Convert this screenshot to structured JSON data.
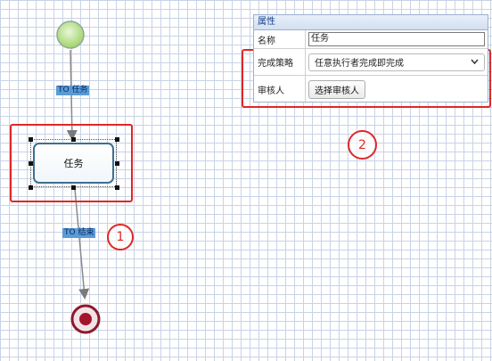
{
  "diagram": {
    "start_event": "start-event",
    "task": {
      "label": "任务"
    },
    "end_event": "end-event",
    "flows": [
      {
        "label": "TO 任务"
      },
      {
        "label": "TO 结束"
      }
    ]
  },
  "annotations": {
    "marker_1": "1",
    "marker_2": "2",
    "highlight_color": "#e02727"
  },
  "properties": {
    "title": "属性",
    "rows": [
      {
        "label": "名称",
        "value": "任务"
      },
      {
        "label": "完成策略",
        "value": "任意执行者完成即完成"
      },
      {
        "label": "审核人",
        "button": "选择审核人"
      }
    ]
  },
  "colors": {
    "grid": "#c9d3e6",
    "start_fill": "#b5e08f",
    "end_ring": "#8b1a2b",
    "task_border": "#3f6f8f",
    "flow_label_bg": "#5b9bd5"
  }
}
